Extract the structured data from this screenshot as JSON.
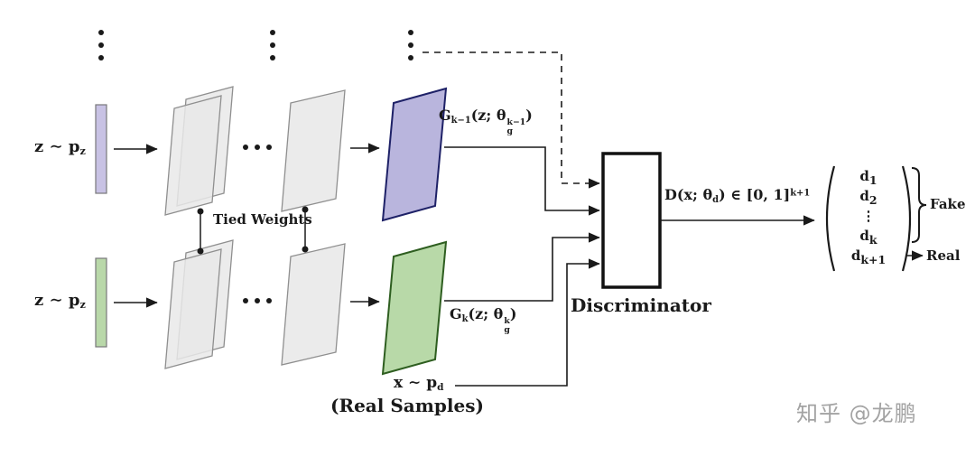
{
  "diagram": {
    "inputs": {
      "top": {
        "text": "z ∼ p",
        "sub": "z"
      },
      "bottom": {
        "text": "z ∼ p",
        "sub": "z"
      }
    },
    "tied_weights": "Tied Weights",
    "generators": {
      "top": {
        "g": "G",
        "g_sub": "k−1",
        "mid": "(z; θ",
        "theta_sup": "k−1",
        "theta_sub": "g",
        "end": ")"
      },
      "bottom": {
        "g": "G",
        "g_sub": "k",
        "mid": "(z; θ",
        "theta_sup": "k",
        "theta_sub": "g",
        "end": ")"
      }
    },
    "real_input": {
      "text": "x ∼ p",
      "sub": "d",
      "caption": "(Real Samples)"
    },
    "discriminator": {
      "label": "Discriminator",
      "output": {
        "pre": "D(x; θ",
        "sub": "d",
        "mid": ") ∈ [0, 1]",
        "sup": "k+1"
      }
    },
    "output_vector": {
      "entries": [
        {
          "base": "d",
          "sub": "1"
        },
        {
          "base": "d",
          "sub": "2"
        },
        {
          "base": "⋮",
          "sub": ""
        },
        {
          "base": "d",
          "sub": "k"
        },
        {
          "base": "d",
          "sub": "k+1"
        }
      ],
      "fake_label": "Fake",
      "real_label": "Real"
    },
    "colors": {
      "purple_input": "#c8c2e4",
      "green_input": "#b9d8a9",
      "input_stroke": "#77777a",
      "layer_fill": "#e9e9e9",
      "layer_stroke": "#8f8f8f",
      "generator_top_fill": "#b9b5dd",
      "generator_top_stroke": "#1e2167",
      "generator_bottom_fill": "#b8d9a8",
      "generator_bottom_stroke": "#2e5e20",
      "line": "#1a1a1a"
    },
    "watermark": "知乎 @龙鹏"
  }
}
